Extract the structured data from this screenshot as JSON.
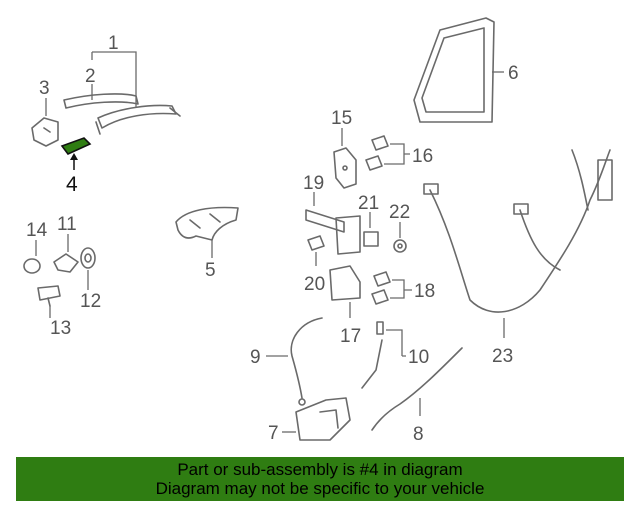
{
  "highlight_color": "#2f7d12",
  "callouts": {
    "c1": "1",
    "c2": "2",
    "c3": "3",
    "c4": "4",
    "c5": "5",
    "c6": "6",
    "c7": "7",
    "c8": "8",
    "c9": "9",
    "c10": "10",
    "c11": "11",
    "c12": "12",
    "c13": "13",
    "c14": "14",
    "c15": "15",
    "c16": "16",
    "c17": "17",
    "c18": "18",
    "c19": "19",
    "c20": "20",
    "c21": "21",
    "c22": "22",
    "c23": "23"
  },
  "banner": {
    "line1": "Part or sub-assembly is #4 in diagram",
    "line2": "Diagram may not be specific to your vehicle"
  }
}
